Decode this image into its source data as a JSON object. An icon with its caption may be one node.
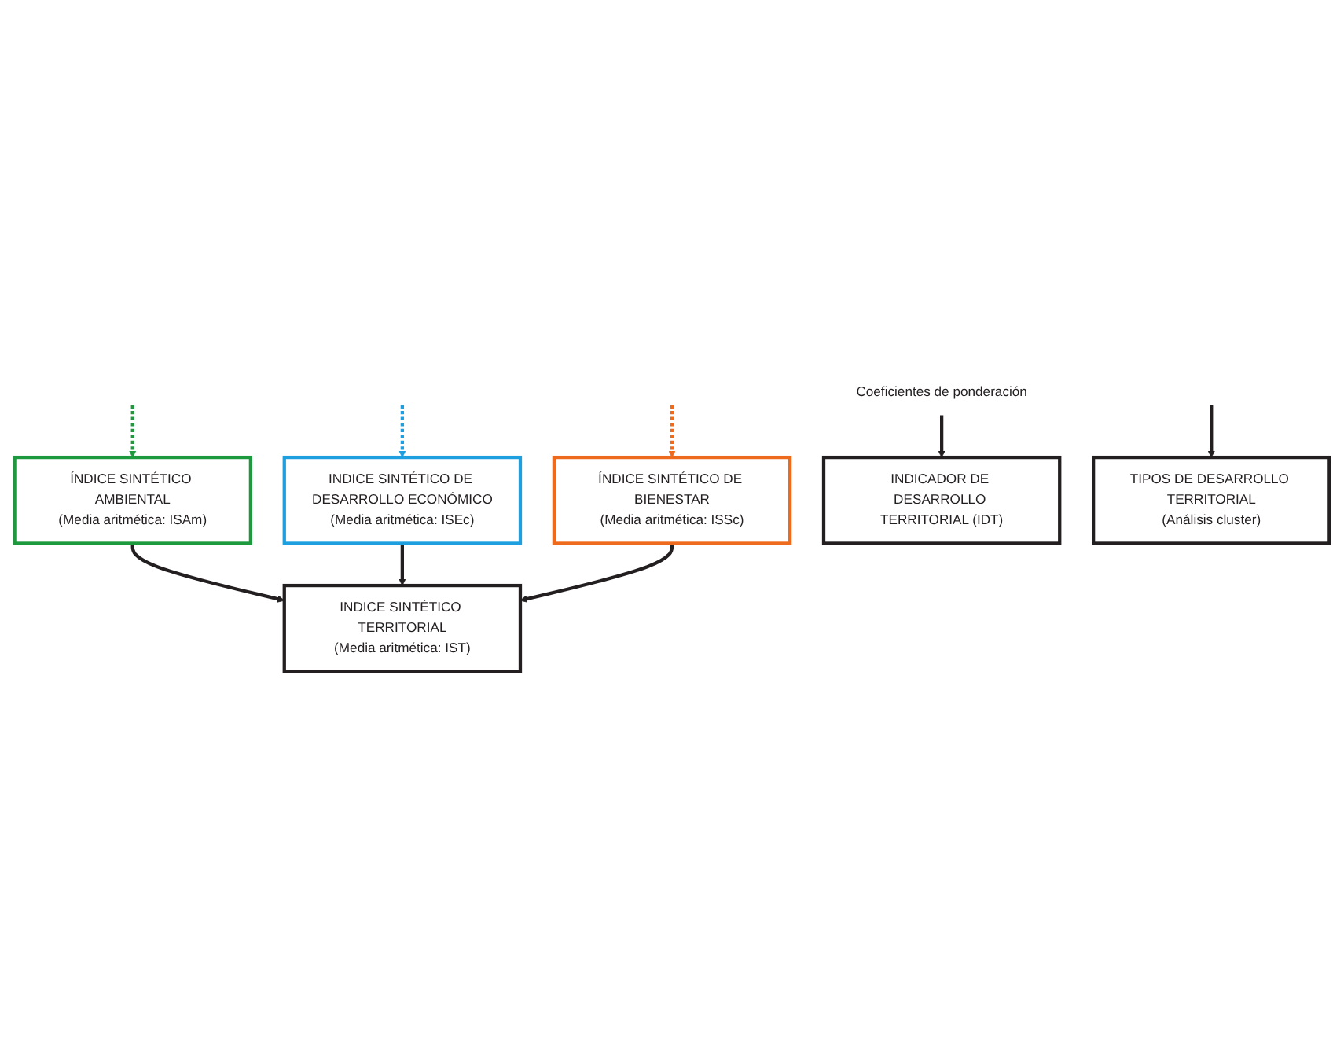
{
  "diagram": {
    "nodes": [
      {
        "text": [
          "ÍNDICE SINTÉTICO AMBIENTAL",
          "(Media aritmética: ISAm)"
        ]
      },
      {
        "text": [
          "INDICE SINTÉTICO DE DESARROLLO ECONÓMICO",
          "(Media aritmética: ISEc)"
        ]
      },
      {
        "text": [
          "ÍNDICE SINTÉTICO DE BIENESTAR",
          "(Media aritmética: ISSc)"
        ]
      },
      {
        "text": [
          "INDICE SINTÉTICO TERRITORIAL",
          "(Media aritmética: IST)"
        ]
      },
      {
        "text": [
          "Coeficientes de ponderación"
        ]
      },
      {
        "text": [
          "INDICADOR DE DESARROLLO TERRITORIAL (IDT)"
        ]
      },
      {
        "text": [
          "TIPOS DE DESARROLLO TERRITORIAL",
          "(Análisis cluster)"
        ]
      }
    ],
    "edges": [
      {
        "from": null,
        "to": 0,
        "arrow": "to",
        "style": "dashed",
        "color": "#1e9a3e"
      },
      {
        "from": null,
        "to": 1,
        "arrow": "to",
        "style": "dashed",
        "color": "#1ea0e0"
      },
      {
        "from": null,
        "to": 2,
        "arrow": "to",
        "style": "dashed",
        "color": "#ee6a1c"
      },
      {
        "from": 0,
        "to": 3,
        "arrow": "to"
      },
      {
        "from": 1,
        "to": 3,
        "arrow": "to"
      },
      {
        "from": 2,
        "to": 3,
        "arrow": "to"
      },
      {
        "from": 4,
        "to": 5,
        "arrow": "to"
      },
      {
        "from": null,
        "to": 6,
        "arrow": "to"
      }
    ]
  }
}
